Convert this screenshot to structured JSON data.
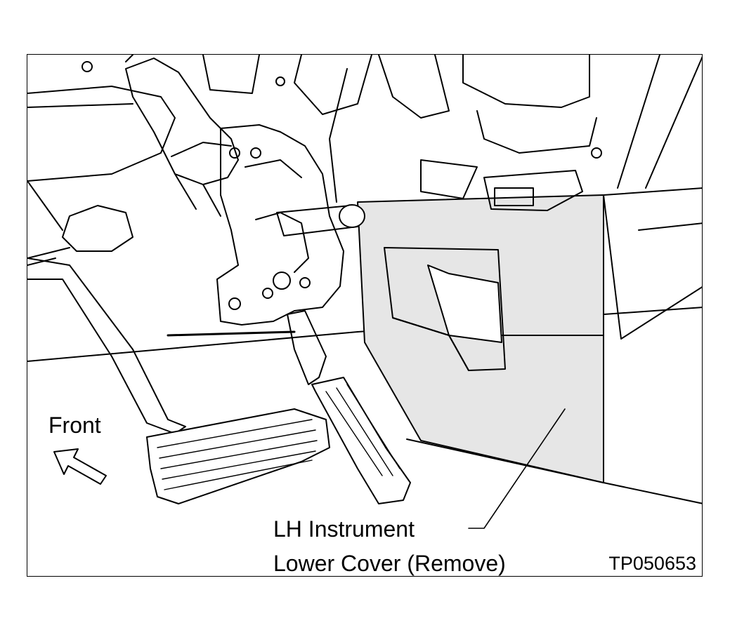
{
  "labels": {
    "front": "Front",
    "cover_line1": "LH Instrument",
    "cover_line2": "Lower Cover (Remove)",
    "figure_id": "TP050653"
  },
  "colors": {
    "line": "#000000",
    "cover_fill": "#e6e6e6",
    "background": "#ffffff"
  },
  "icons": {
    "front_arrow": "arrow-up-left-icon"
  }
}
